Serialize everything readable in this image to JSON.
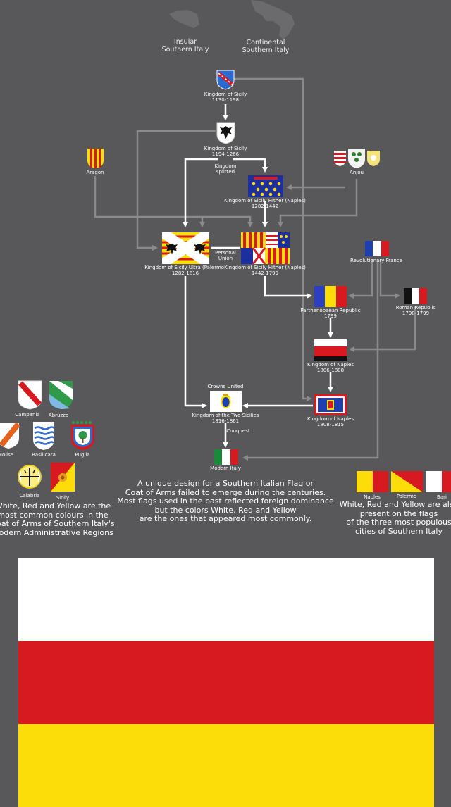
{
  "map": {
    "insular_label_line1": "Insular",
    "insular_label_line2": "Southern Italy",
    "continental_label_line1": "Continental",
    "continental_label_line2": "Southern Italy"
  },
  "nodes": {
    "sicily_1130": {
      "name": "Kingdom of Sicily",
      "years": "1130-1198"
    },
    "sicily_1194": {
      "name": "Kingdom of Sicily",
      "years": "1194-1266"
    },
    "split_label_line1": "Kingdom",
    "split_label_line2": "splitted",
    "aragon": {
      "name": "Aragon"
    },
    "anjou": {
      "name": "Anjou"
    },
    "hither_1282": {
      "name": "Kingdom of Sicily Hither (Naples)",
      "years": "1282-1442"
    },
    "ultra": {
      "name": "Kingdom of Sicily Ultra (Palermo)",
      "years": "1282-1816"
    },
    "personal_union_line1": "Personal",
    "personal_union_line2": "Union",
    "hither_1442": {
      "name": "Kingdom of Sicily Hither (Naples)",
      "years": "1442-1799"
    },
    "rev_france": {
      "name": "Revolutionary France"
    },
    "parthenopaean": {
      "name": "Parthenopaean Republic",
      "years": "1799"
    },
    "roman_republic": {
      "name": "Roman Republic",
      "years": "1798-1799"
    },
    "naples_1806": {
      "name": "Kingdom of Naples",
      "years": "1806-1808"
    },
    "crowns_united": "Crowns United",
    "two_sicilies": {
      "name": "Kingdom of the Two Sicilies",
      "years": "1816-1861"
    },
    "naples_1808": {
      "name": "Kingdom of Naples",
      "years": "1808-1815"
    },
    "conquest": "Conquest",
    "modern_italy": {
      "name": "Modern Italy"
    }
  },
  "regions": {
    "campania": "Campania",
    "abruzzo": "Abruzzo",
    "molise": "Molise",
    "basilicata": "Basilicata",
    "puglia": "Puglia",
    "calabria": "Calabria",
    "sicily": "Sicily"
  },
  "cities": {
    "naples": "Naples",
    "palermo": "Palermo",
    "bari": "Bari"
  },
  "captions": {
    "center": [
      "A unique design for a Southern Italian Flag or",
      "Coat of Arms failed to emerge during the centuries.",
      "Most flags used in the past reflected foreign dominance",
      "but the colors White, Red and Yellow",
      "are the ones that appeared most commonly."
    ],
    "left": [
      "White, Red and Yellow are the",
      "most common colours in the",
      "Coat of Arms of Southern Italy's",
      "Modern Administrative Regions"
    ],
    "right": [
      "White, Red and Yellow are also",
      "present on the flags",
      "of the three most populous",
      "cities of Southern Italy"
    ]
  },
  "colors": {
    "background": "#58585a",
    "arrow_white": "#ffffff",
    "arrow_grey": "#8a8a8c",
    "flag_white": "#ffffff",
    "flag_red": "#d71920",
    "flag_yellow": "#fcdd09"
  },
  "final_flag": {
    "stripes": [
      "white",
      "red",
      "yellow"
    ]
  }
}
